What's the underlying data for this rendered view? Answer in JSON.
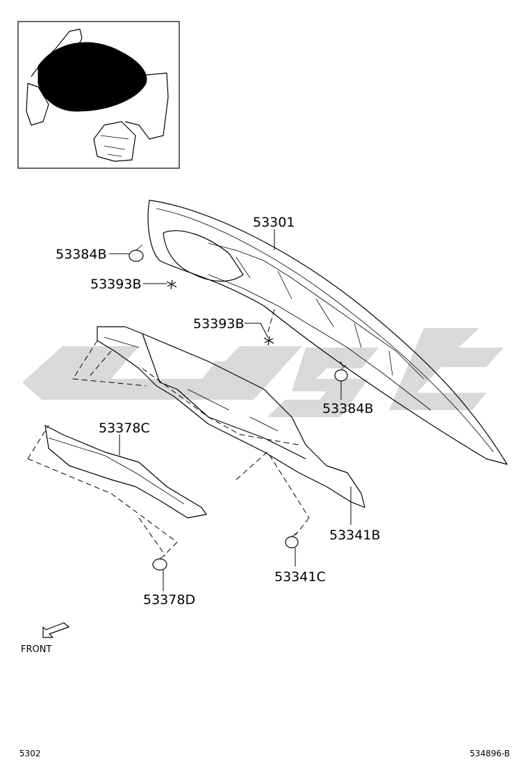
{
  "watermark_color": "#d9d9d9",
  "parts": {
    "hood": "53301",
    "bumper_upper": "53384B",
    "clip_left": "53393B",
    "clip_center": "53393B",
    "bumper_lower": "53384B",
    "insulator_side": "53378C",
    "insulator": "53341B",
    "clip_insulator": "53341C",
    "clip_side": "53378D"
  },
  "front_label": "FRONT",
  "page_code": "5302",
  "illustration_code": "534896-B"
}
